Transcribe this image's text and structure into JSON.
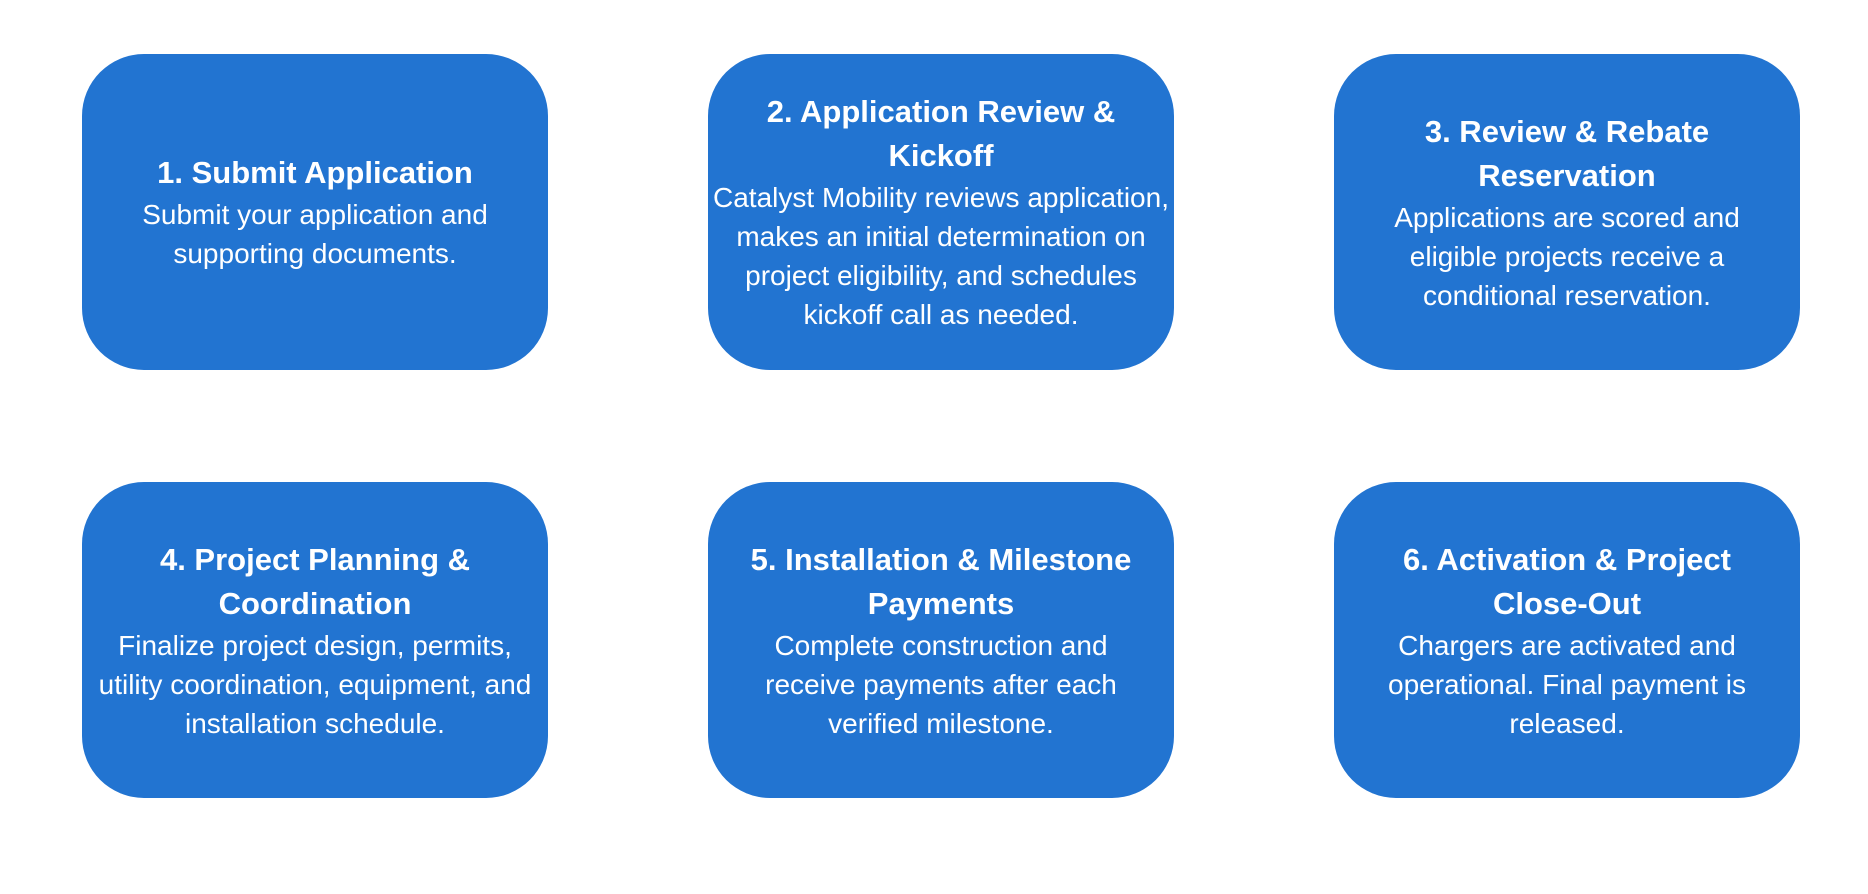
{
  "colors": {
    "card_fill": "#2274d1",
    "text": "#ffffff",
    "background": "#ffffff"
  },
  "steps": [
    {
      "title": "1. Submit Application",
      "description": "Submit your application and supporting documents."
    },
    {
      "title": "2. Application Review & Kickoff",
      "description": "Catalyst Mobility reviews application, makes an initial determination on project eligibility, and schedules kickoff call as needed."
    },
    {
      "title": "3. Review & Rebate Reservation",
      "description": "Applications are scored and eligible projects receive a conditional reservation."
    },
    {
      "title": "4. Project Planning & Coordination",
      "description": "Finalize project design, permits, utility coordination, equipment, and installation schedule."
    },
    {
      "title": "5. Installation & Milestone Payments",
      "description": "Complete construction and receive payments after each verified milestone."
    },
    {
      "title": "6. Activation & Project Close-Out",
      "description": "Chargers are activated and operational. Final payment is released."
    }
  ]
}
